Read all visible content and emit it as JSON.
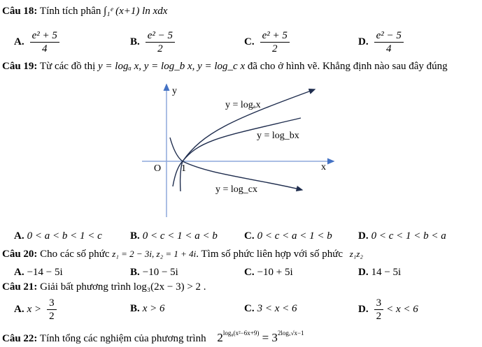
{
  "q18": {
    "label": "Câu 18:",
    "text": "Tính tích phân",
    "expr": "∫₁ᵉ (x+1) ln xdx",
    "options": [
      {
        "letter": "A.",
        "num": "e² + 5",
        "den": "4"
      },
      {
        "letter": "B.",
        "num": "e² − 5",
        "den": "2"
      },
      {
        "letter": "C.",
        "num": "e² + 5",
        "den": "2"
      },
      {
        "letter": "D.",
        "num": "e² − 5",
        "den": "4"
      }
    ]
  },
  "q19": {
    "label": "Câu 19:",
    "text_before": "Từ các đồ thị",
    "expr": "y = logₐ x, y = log_b x, y = log_c x",
    "text_after": "đã cho ở hình vẽ. Khẳng định nào sau đây đúng",
    "graph": {
      "y_axis": "y",
      "x_axis": "x",
      "origin": "O",
      "one": "1",
      "curve_a": "y = logₐx",
      "curve_b": "y = log_bx",
      "curve_c": "y = log_cx"
    },
    "options": [
      {
        "letter": "A.",
        "value": "0 < a < b < 1 < c"
      },
      {
        "letter": "B.",
        "value": "0 < c < 1 < a < b"
      },
      {
        "letter": "C.",
        "value": "0 < c < a < 1 < b"
      },
      {
        "letter": "D.",
        "value": "0 < c < 1 < b < a"
      }
    ]
  },
  "q20": {
    "label": "Câu 20:",
    "text_before": "Cho các số phức",
    "expr": "z₁ = 2 − 3i, z₂ = 1 + 4i",
    "text_after": ". Tìm số phức liên hợp với số phức",
    "expr2": "z₁z₂",
    "options": [
      {
        "letter": "A.",
        "value": "−14 − 5i"
      },
      {
        "letter": "B.",
        "value": "−10 − 5i"
      },
      {
        "letter": "C.",
        "value": "−10 + 5i"
      },
      {
        "letter": "D.",
        "value": "14 − 5i"
      }
    ]
  },
  "q21": {
    "label": "Câu 21:",
    "text": "Giải bất phương trình",
    "expr": "log₃(2x − 3) > 2 .",
    "options": [
      {
        "letter": "A.",
        "pre": "x >",
        "num": "3",
        "den": "2",
        "post": ""
      },
      {
        "letter": "B.",
        "value": "x > 6"
      },
      {
        "letter": "C.",
        "value": "3 < x < 6"
      },
      {
        "letter": "D.",
        "pre": "",
        "num": "3",
        "den": "2",
        "post": "< x < 6"
      }
    ]
  },
  "q22": {
    "label": "Câu 22:",
    "text": "Tính tổng các nghiệm của phương trình",
    "base1": "2",
    "exp1": "log₈(x²−6x+9)",
    "eq": " = ",
    "base2": "3",
    "exp2": "2logₓ√x−1"
  }
}
